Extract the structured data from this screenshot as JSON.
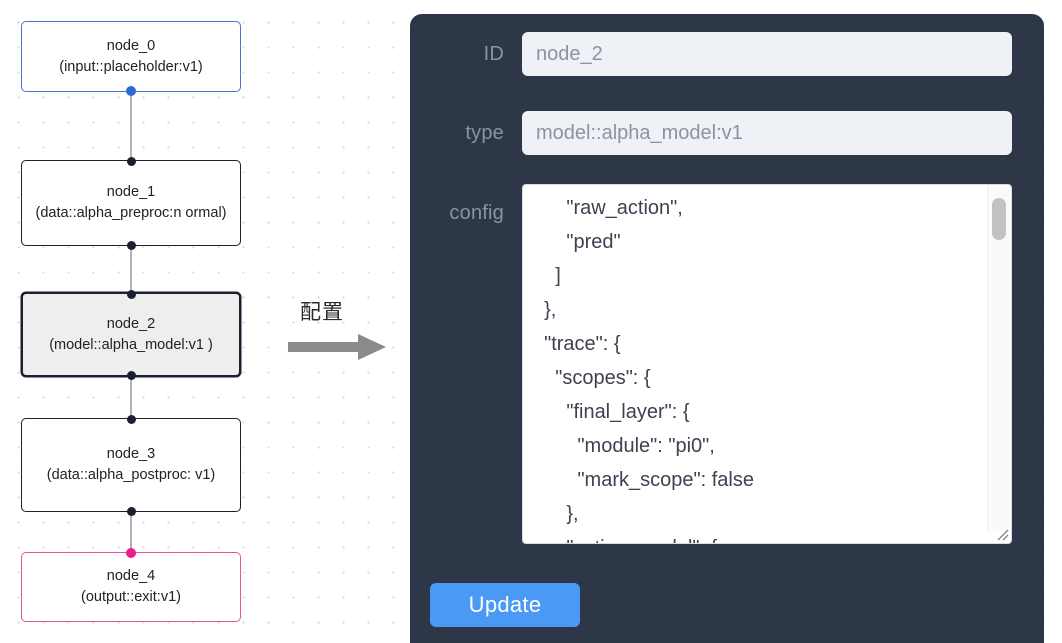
{
  "canvas": {
    "watermark": "",
    "nodes": [
      {
        "id": "node_0",
        "title": "node_0",
        "subtitle": "(input::placeholder:v1)",
        "kind": "input"
      },
      {
        "id": "node_1",
        "title": "node_1",
        "subtitle": "(data::alpha_preproc:n\normal)",
        "kind": "default"
      },
      {
        "id": "node_2",
        "title": "node_2",
        "subtitle": "(model::alpha_model:v1\n)",
        "kind": "selected"
      },
      {
        "id": "node_3",
        "title": "node_3",
        "subtitle": "(data::alpha_postproc:\nv1)",
        "kind": "default"
      },
      {
        "id": "node_4",
        "title": "node_4",
        "subtitle": "(output::exit:v1)",
        "kind": "output"
      }
    ]
  },
  "arrow": {
    "label": "配置",
    "icon": "right-arrow-icon"
  },
  "panel": {
    "id_label": "ID",
    "id_value": "node_2",
    "id_placeholder": "node_2",
    "type_label": "type",
    "type_value": "model::alpha_model:v1",
    "type_placeholder": "model::alpha_model:v1",
    "config_label": "config",
    "config_value": "      \"raw_action\",\n      \"pred\"\n    ]\n  },\n  \"trace\": {\n    \"scopes\": {\n      \"final_layer\": {\n        \"module\": \"pi0\",\n        \"mark_scope\": false\n      },\n      \"action_model\": {",
    "update_label": "Update",
    "scrollbar": "vertical-scrollbar",
    "resize_handle": "resize-grip-icon"
  },
  "colors": {
    "panel_bg": "#2d3748",
    "input_bg": "#eef1f6",
    "accent_blue": "#4a9af5",
    "node_input_border": "#4a74c9",
    "node_output_border": "#e0569b",
    "node_border": "#1b2030",
    "node_selected_bg": "#eeeeee",
    "edge": "#b1b1b7",
    "handle_blue": "#2b6cd4",
    "handle_pink": "#e91e8c"
  }
}
